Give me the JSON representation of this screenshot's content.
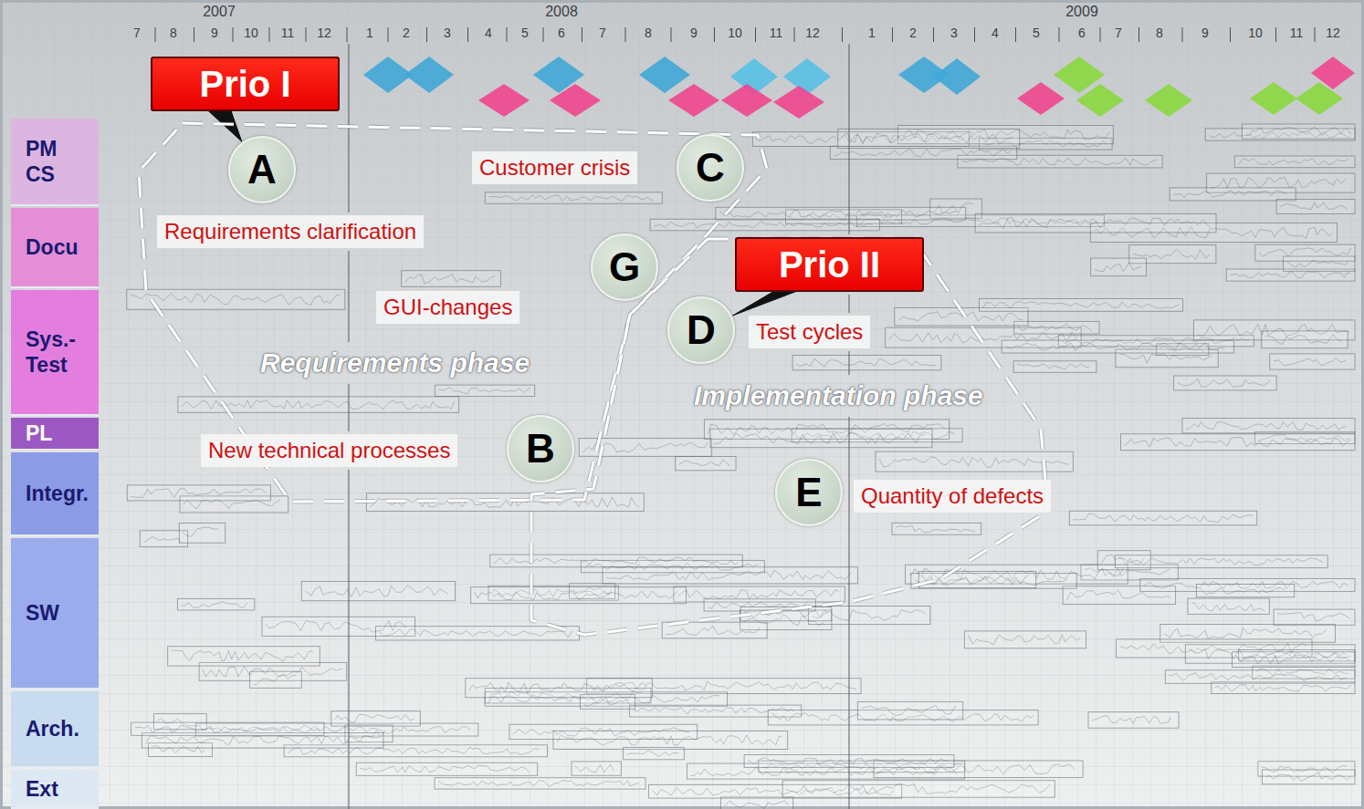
{
  "diagram": {
    "nodes": [
      {
        "text": [
          "PM CS"
        ]
      },
      {
        "text": [
          "Docu"
        ]
      },
      {
        "text": [
          "Sys.- Test"
        ]
      },
      {
        "text": [
          "PL"
        ]
      },
      {
        "text": [
          "Integr."
        ]
      },
      {
        "text": [
          "SW"
        ]
      },
      {
        "text": [
          "Arch."
        ]
      },
      {
        "text": [
          "Ext"
        ]
      },
      {
        "text": [
          "Prio I"
        ]
      },
      {
        "text": [
          "Requirements phase"
        ]
      },
      {
        "text": [
          "A"
        ],
        "in": 9
      },
      {
        "text": [
          "Requirements clarification"
        ]
      },
      {
        "text": [
          "Customer crisis"
        ]
      },
      {
        "text": [
          "C"
        ],
        "in": 9
      },
      {
        "text": [
          "G"
        ],
        "in": 9
      },
      {
        "text": [
          "GUI-changes"
        ]
      },
      {
        "text": [
          "B"
        ],
        "in": 9
      },
      {
        "text": [
          "New technical processes"
        ]
      },
      {
        "text": [
          "Prio II"
        ]
      },
      {
        "text": [
          "Implementation phase"
        ]
      },
      {
        "text": [
          "D"
        ],
        "in": 19
      },
      {
        "text": [
          "Test cycles"
        ]
      },
      {
        "text": [
          "E"
        ],
        "in": 19
      },
      {
        "text": [
          "Quantity of defects"
        ]
      }
    ],
    "edges": [
      {
        "from": 8,
        "to": 10,
        "arrow": "none"
      },
      {
        "from": 18,
        "to": 20,
        "arrow": "none"
      }
    ],
    "labels": [
      "2007",
      "2008",
      "2009",
      "7",
      "8",
      "9",
      "10",
      "11",
      "12",
      "1",
      "2",
      "3",
      "4",
      "5",
      "6",
      "7",
      "8",
      "9",
      "10",
      "11",
      "12",
      "1",
      "2",
      "3",
      "4",
      "5",
      "6",
      "7",
      "8",
      "9",
      "10",
      "11",
      "12"
    ]
  }
}
